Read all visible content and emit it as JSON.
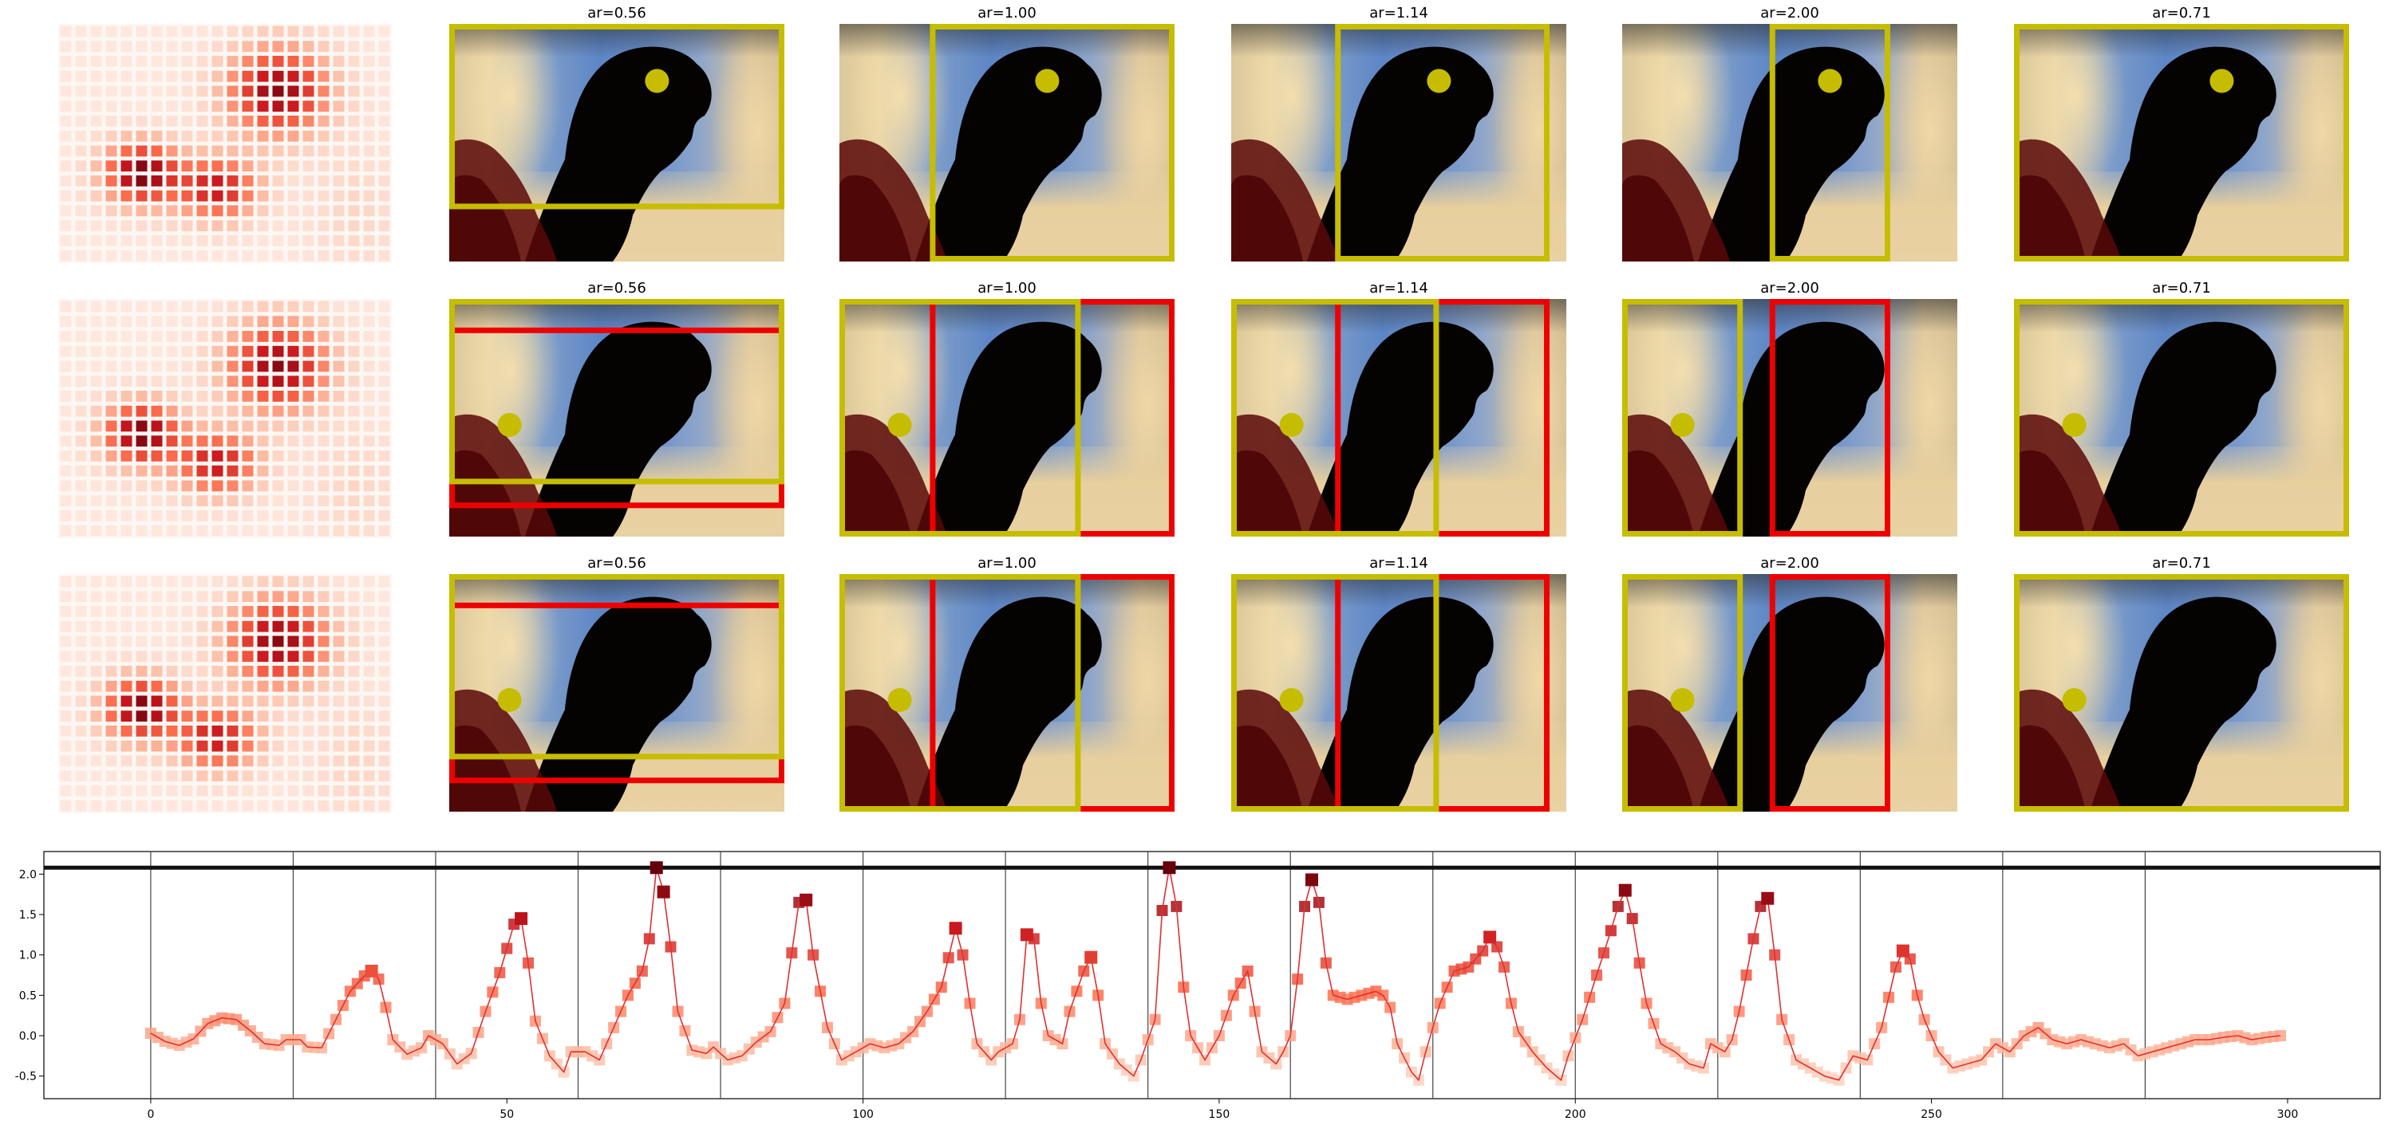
{
  "colors": {
    "target_box": "#c6bd00",
    "crop_box": "#ee0000",
    "point": "#c6bd00",
    "line": "#e03030",
    "hline": "#111111"
  },
  "rows": [
    {
      "panels": [
        {
          "title": "ar=0.56"
        },
        {
          "title": "ar=1.00"
        },
        {
          "title": "ar=1.14"
        },
        {
          "title": "ar=2.00"
        },
        {
          "title": "ar=0.71"
        }
      ]
    },
    {
      "panels": [
        {
          "title": "ar=0.56"
        },
        {
          "title": "ar=1.00"
        },
        {
          "title": "ar=1.14"
        },
        {
          "title": "ar=2.00"
        },
        {
          "title": "ar=0.71"
        }
      ]
    },
    {
      "panels": [
        {
          "title": "ar=0.56"
        },
        {
          "title": "ar=1.00"
        },
        {
          "title": "ar=1.14"
        },
        {
          "title": "ar=2.00"
        },
        {
          "title": "ar=0.71"
        }
      ]
    }
  ],
  "chart_data": {
    "type": "line",
    "xlim": [
      -15,
      313
    ],
    "ylim": [
      -0.78,
      2.28
    ],
    "x_ticks": [
      0,
      50,
      100,
      150,
      200,
      250,
      300
    ],
    "y_ticks": [
      -0.5,
      0.0,
      0.5,
      1.0,
      1.5,
      2.0
    ],
    "horizontal_line_y": 2.08,
    "vertical_lines_x": [
      0,
      20,
      40,
      60,
      80,
      100,
      120,
      140,
      160,
      180,
      200,
      220,
      240,
      260,
      280
    ],
    "series_x_range": [
      0,
      299
    ],
    "series_anchor_points": [
      [
        0,
        0.03
      ],
      [
        2,
        -0.07
      ],
      [
        4,
        -0.12
      ],
      [
        6,
        -0.04
      ],
      [
        8,
        0.15
      ],
      [
        10,
        0.22
      ],
      [
        12,
        0.2
      ],
      [
        14,
        0.06
      ],
      [
        16,
        -0.1
      ],
      [
        18,
        -0.12
      ],
      [
        19,
        -0.05
      ],
      [
        21,
        -0.05
      ],
      [
        22,
        -0.14
      ],
      [
        24,
        -0.15
      ],
      [
        26,
        0.2
      ],
      [
        28,
        0.55
      ],
      [
        30,
        0.74
      ],
      [
        31,
        0.8
      ],
      [
        32,
        0.7
      ],
      [
        33,
        0.35
      ],
      [
        34,
        -0.05
      ],
      [
        36,
        -0.23
      ],
      [
        38,
        -0.15
      ],
      [
        39,
        0.0
      ],
      [
        41,
        -0.1
      ],
      [
        43,
        -0.35
      ],
      [
        45,
        -0.22
      ],
      [
        47,
        0.3
      ],
      [
        49,
        0.78
      ],
      [
        51,
        1.38
      ],
      [
        52,
        1.45
      ],
      [
        53,
        0.9
      ],
      [
        54,
        0.18
      ],
      [
        56,
        -0.25
      ],
      [
        58,
        -0.45
      ],
      [
        59,
        -0.2
      ],
      [
        61,
        -0.2
      ],
      [
        63,
        -0.3
      ],
      [
        65,
        0.1
      ],
      [
        67,
        0.5
      ],
      [
        69,
        0.8
      ],
      [
        70,
        1.2
      ],
      [
        71,
        2.08
      ],
      [
        72,
        1.78
      ],
      [
        73,
        1.1
      ],
      [
        74,
        0.3
      ],
      [
        76,
        -0.18
      ],
      [
        78,
        -0.22
      ],
      [
        79,
        -0.14
      ],
      [
        81,
        -0.3
      ],
      [
        83,
        -0.25
      ],
      [
        85,
        -0.08
      ],
      [
        87,
        0.05
      ],
      [
        89,
        0.4
      ],
      [
        91,
        1.65
      ],
      [
        92,
        1.68
      ],
      [
        93,
        1.0
      ],
      [
        94,
        0.55
      ],
      [
        95,
        0.1
      ],
      [
        97,
        -0.3
      ],
      [
        99,
        -0.2
      ],
      [
        101,
        -0.1
      ],
      [
        103,
        -0.15
      ],
      [
        105,
        -0.1
      ],
      [
        107,
        0.05
      ],
      [
        109,
        0.3
      ],
      [
        111,
        0.6
      ],
      [
        113,
        1.33
      ],
      [
        114,
        1.0
      ],
      [
        115,
        0.4
      ],
      [
        116,
        -0.1
      ],
      [
        118,
        -0.3
      ],
      [
        119,
        -0.2
      ],
      [
        121,
        -0.1
      ],
      [
        122,
        0.2
      ],
      [
        123,
        1.25
      ],
      [
        124,
        1.2
      ],
      [
        125,
        0.4
      ],
      [
        126,
        0.0
      ],
      [
        128,
        -0.1
      ],
      [
        129,
        0.3
      ],
      [
        131,
        0.8
      ],
      [
        132,
        0.97
      ],
      [
        133,
        0.5
      ],
      [
        134,
        -0.1
      ],
      [
        136,
        -0.35
      ],
      [
        138,
        -0.5
      ],
      [
        139,
        -0.3
      ],
      [
        141,
        0.2
      ],
      [
        142,
        1.55
      ],
      [
        143,
        2.08
      ],
      [
        144,
        1.6
      ],
      [
        145,
        0.6
      ],
      [
        146,
        0.0
      ],
      [
        148,
        -0.3
      ],
      [
        150,
        0.0
      ],
      [
        152,
        0.5
      ],
      [
        154,
        0.8
      ],
      [
        156,
        -0.2
      ],
      [
        158,
        -0.35
      ],
      [
        159,
        -0.2
      ],
      [
        160,
        0.0
      ],
      [
        161,
        0.7
      ],
      [
        162,
        1.6
      ],
      [
        163,
        1.93
      ],
      [
        164,
        1.65
      ],
      [
        165,
        0.9
      ],
      [
        166,
        0.5
      ],
      [
        168,
        0.45
      ],
      [
        170,
        0.5
      ],
      [
        172,
        0.55
      ],
      [
        173,
        0.5
      ],
      [
        174,
        0.35
      ],
      [
        175,
        -0.1
      ],
      [
        177,
        -0.45
      ],
      [
        178,
        -0.55
      ],
      [
        179,
        -0.2
      ],
      [
        181,
        0.4
      ],
      [
        183,
        0.8
      ],
      [
        185,
        0.85
      ],
      [
        187,
        1.05
      ],
      [
        188,
        1.22
      ],
      [
        189,
        1.1
      ],
      [
        190,
        0.85
      ],
      [
        191,
        0.4
      ],
      [
        192,
        0.05
      ],
      [
        194,
        -0.2
      ],
      [
        196,
        -0.4
      ],
      [
        198,
        -0.55
      ],
      [
        199,
        -0.25
      ],
      [
        201,
        0.2
      ],
      [
        203,
        0.75
      ],
      [
        205,
        1.3
      ],
      [
        206,
        1.6
      ],
      [
        207,
        1.8
      ],
      [
        208,
        1.45
      ],
      [
        209,
        0.9
      ],
      [
        210,
        0.4
      ],
      [
        212,
        -0.1
      ],
      [
        214,
        -0.2
      ],
      [
        216,
        -0.35
      ],
      [
        218,
        -0.4
      ],
      [
        219,
        -0.1
      ],
      [
        221,
        -0.2
      ],
      [
        222,
        -0.05
      ],
      [
        223,
        0.3
      ],
      [
        225,
        1.2
      ],
      [
        226,
        1.6
      ],
      [
        227,
        1.7
      ],
      [
        228,
        1.0
      ],
      [
        229,
        0.2
      ],
      [
        231,
        -0.3
      ],
      [
        233,
        -0.4
      ],
      [
        235,
        -0.5
      ],
      [
        237,
        -0.55
      ],
      [
        239,
        -0.25
      ],
      [
        241,
        -0.3
      ],
      [
        243,
        0.1
      ],
      [
        245,
        0.85
      ],
      [
        246,
        1.05
      ],
      [
        247,
        0.95
      ],
      [
        248,
        0.5
      ],
      [
        249,
        0.2
      ],
      [
        251,
        -0.2
      ],
      [
        253,
        -0.4
      ],
      [
        255,
        -0.35
      ],
      [
        257,
        -0.3
      ],
      [
        259,
        -0.1
      ],
      [
        261,
        -0.2
      ],
      [
        263,
        0.0
      ],
      [
        265,
        0.1
      ],
      [
        267,
        -0.05
      ],
      [
        269,
        -0.1
      ],
      [
        271,
        -0.05
      ],
      [
        273,
        -0.1
      ],
      [
        275,
        -0.15
      ],
      [
        277,
        -0.1
      ],
      [
        279,
        -0.25
      ],
      [
        281,
        -0.2
      ],
      [
        283,
        -0.15
      ],
      [
        285,
        -0.1
      ],
      [
        287,
        -0.05
      ],
      [
        289,
        -0.05
      ],
      [
        291,
        -0.02
      ],
      [
        293,
        0.0
      ],
      [
        295,
        -0.05
      ],
      [
        297,
        -0.02
      ],
      [
        299,
        0.0
      ]
    ],
    "peak_markers": [
      [
        31,
        0.8
      ],
      [
        52,
        1.45
      ],
      [
        71,
        2.08
      ],
      [
        72,
        1.78
      ],
      [
        92,
        1.68
      ],
      [
        113,
        1.33
      ],
      [
        123,
        1.25
      ],
      [
        132,
        0.97
      ],
      [
        143,
        2.08
      ],
      [
        163,
        1.93
      ],
      [
        188,
        1.22
      ],
      [
        207,
        1.8
      ],
      [
        227,
        1.7
      ],
      [
        246,
        1.05
      ]
    ]
  }
}
